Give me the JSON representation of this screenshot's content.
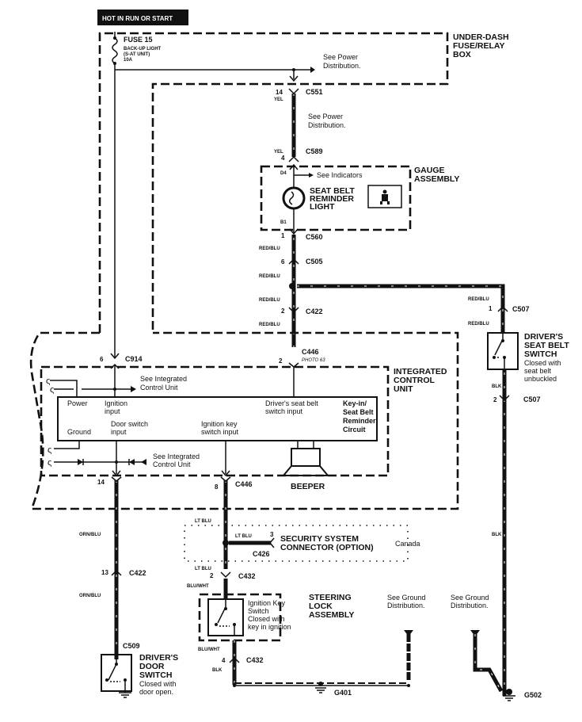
{
  "header": {
    "banner": "HOT IN RUN OR START"
  },
  "fuse_box": {
    "title_lines": [
      "UNDER-DASH",
      "FUSE/RELAY",
      "BOX"
    ],
    "fuse_name": "FUSE 15",
    "fuse_desc_lines": [
      "BACK-UP LIGHT",
      "(S-AT UNIT)",
      "10A"
    ],
    "see_power_lines": [
      "See Power",
      "Distribution."
    ]
  },
  "connectors": {
    "c551": {
      "id": "C551",
      "pin": "14",
      "wire": "YEL"
    },
    "c589": {
      "id": "C589",
      "pin": "4",
      "wire": "YEL"
    },
    "c560": {
      "id": "C560",
      "pin": "1"
    },
    "c505": {
      "id": "C505",
      "pin": "6"
    },
    "c422_top": {
      "id": "C422",
      "pin": "2"
    },
    "c446_top": {
      "id": "C446",
      "pin": "2",
      "note": "PHOTO 63"
    },
    "c914": {
      "id": "C914",
      "pin": "6"
    },
    "c507_top": {
      "id": "C507",
      "pin": "1"
    },
    "c507_bottom": {
      "id": "C507",
      "pin": "2"
    },
    "c446_bottom": {
      "id": "C446",
      "pin": "8"
    },
    "c422_left": {
      "id": "C422",
      "pin": "13"
    },
    "c426": {
      "id": "C426",
      "pin": "3"
    },
    "c432_top": {
      "id": "C432",
      "pin": "2"
    },
    "c432_bottom": {
      "id": "C432",
      "pin": "4"
    },
    "c509": {
      "id": "C509"
    }
  },
  "wire_colors": {
    "yel": "YEL",
    "red_blu": "RED/BLU",
    "blk": "BLK",
    "orn_blu": "ORN/BLU",
    "lt_blu": "LT BLU",
    "blu_wht": "BLU/WHT"
  },
  "power_dist_mid_lines": [
    "See Power",
    "Distribution."
  ],
  "gauge": {
    "title_lines": [
      "GAUGE",
      "ASSEMBLY"
    ],
    "pin_top": "D4",
    "pin_bottom": "B1",
    "see_indicators": "See Indicators",
    "light_lines": [
      "SEAT BELT",
      "REMINDER",
      "LIGHT"
    ]
  },
  "icu": {
    "title_lines": [
      "INTEGRATED",
      "CONTROL",
      "UNIT"
    ],
    "see_icu_top_lines": [
      "See Integrated",
      "Control Unit"
    ],
    "see_icu_bottom_lines": [
      "See Integrated",
      "Control Unit"
    ],
    "power": "Power",
    "ignition_input_lines": [
      "Ignition",
      "input"
    ],
    "ground": "Ground",
    "door_switch_lines": [
      "Door switch",
      "input"
    ],
    "ignition_key_lines": [
      "Ignition key",
      "switch input"
    ],
    "seat_belt_input_lines": [
      "Driver's seat belt",
      "switch input"
    ],
    "circuit_lines": [
      "Key-in/",
      "Seat Belt",
      "Reminder",
      "Circuit"
    ],
    "beeper": "BEEPER"
  },
  "seat_belt_switch": {
    "title_lines": [
      "DRIVER'S",
      "SEAT BELT",
      "SWITCH"
    ],
    "desc_lines": [
      "Closed with",
      "seat belt",
      "unbuckled"
    ]
  },
  "security": {
    "title_lines": [
      "SECURITY SYSTEM",
      "CONNECTOR (OPTION)"
    ],
    "region": "Canada"
  },
  "steering": {
    "title_lines": [
      "STEERING",
      "LOCK",
      "ASSEMBLY"
    ],
    "switch_lines": [
      "Ignition Key",
      "Switch",
      "Closed with",
      "key in ignition"
    ]
  },
  "door_switch": {
    "title_lines": [
      "DRIVER'S",
      "DOOR",
      "SWITCH"
    ],
    "desc_lines": [
      "Closed with",
      "door open."
    ]
  },
  "grounds": {
    "g401": "G401",
    "g502": "G502",
    "see_ground_1_lines": [
      "See Ground",
      "Distribution."
    ],
    "see_ground_2_lines": [
      "See Ground",
      "Distribution."
    ]
  }
}
